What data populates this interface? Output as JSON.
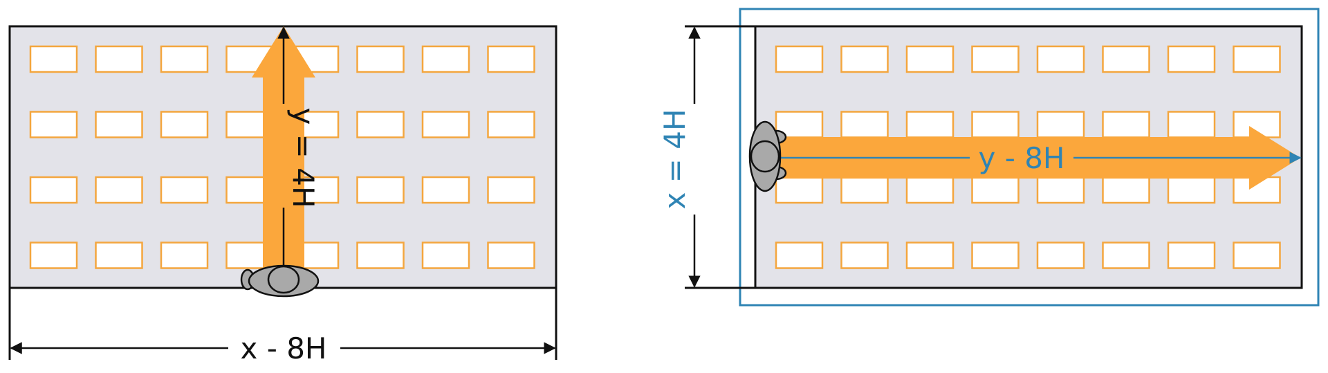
{
  "left_diagram": {
    "y_label": "y = 4H",
    "x_label": "x - 8H",
    "luminaire_rows": 4,
    "luminaire_cols": 8
  },
  "right_diagram": {
    "y_label": "y - 8H",
    "x_label": "x = 4H",
    "luminaire_rows": 4,
    "luminaire_cols": 8
  },
  "colors": {
    "room_fill": "#e3e3e9",
    "outline": "#111111",
    "luminaire": "#f4a63e",
    "arrow": "#fba73c",
    "highlight": "#2f84b4",
    "observer": "#a9a9a9"
  }
}
